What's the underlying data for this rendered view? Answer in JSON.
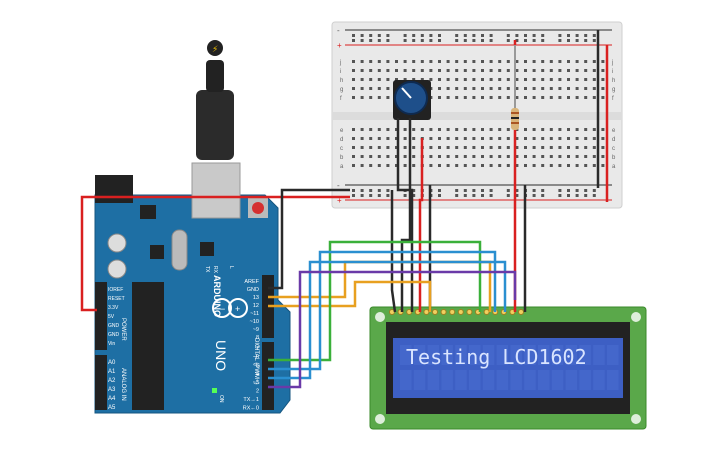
{
  "arduino": {
    "brand": "ARDUINO",
    "model": "UNO",
    "on_label": "ON",
    "tx_label": "TX",
    "rx_label": "RX",
    "l_label": "L",
    "power_header_label": "POWER",
    "analog_header_label": "ANALOG IN",
    "digital_header_label": "DIGITAL (PWM~)",
    "power_pins": [
      "IOREF",
      "RESET",
      "3.3V",
      "5V",
      "GND",
      "GND",
      "Vin"
    ],
    "analog_pins": [
      "A0",
      "A1",
      "A2",
      "A3",
      "A4",
      "A5"
    ],
    "digital_pins_top": [
      "AREF",
      "GND",
      "13",
      "12",
      "~11",
      "~10",
      "~9",
      "8"
    ],
    "digital_pins_bottom": [
      "7",
      "~6",
      "~5",
      "4",
      "~3",
      "2",
      "TX→1",
      "RX←0"
    ]
  },
  "breadboard": {
    "rail_plus": "+",
    "rail_minus": "-",
    "row_letters_top": [
      "j",
      "i",
      "h",
      "g",
      "f"
    ],
    "row_letters_bottom": [
      "e",
      "d",
      "c",
      "b",
      "a"
    ]
  },
  "lcd": {
    "text": "Testing LCD1602",
    "pin_count": 16
  },
  "colors": {
    "arduino_board": "#1e6fa4",
    "breadboard": "#e9e9e9",
    "lcd_pcb": "#5aa84a",
    "lcd_screen": "#3d5fc4",
    "wire_red": "#d92020",
    "wire_black": "#2a2a2a",
    "wire_green": "#3ab03a",
    "wire_blue": "#2a8fd0",
    "wire_purple": "#6a3aa8",
    "wire_orange": "#e8a020"
  }
}
